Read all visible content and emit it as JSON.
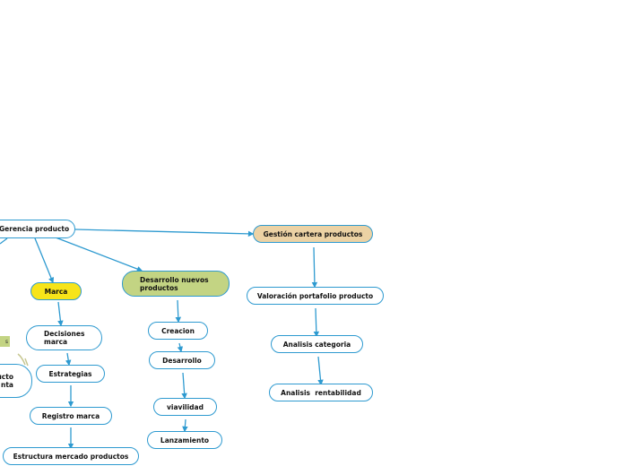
{
  "colors": {
    "link": "#2e9ad0",
    "border": "#2e9ad0",
    "marca": "#f7e419",
    "desarrollo": "#c3d483",
    "gestion": "#ecd2a4",
    "tag": "#c3d483"
  },
  "nodes": {
    "root": "Gerencia producto",
    "gestion": "Gestión cartera productos",
    "marca": "Marca",
    "desarrollo": "Desarrollo nuevos productos",
    "valoracion": "Valoración portafolio producto",
    "analisis_cat": "Analisis categoria",
    "analisis_rent": "Analisis  rentabilidad",
    "creacion": "Creacion",
    "desarrollo_sub": "Desarrollo",
    "viavilidad": "viavilidad",
    "lanzamiento": "Lanzamiento",
    "decisiones": "Decisiones marca",
    "estrategias": "Estrategias",
    "registro": "Registro marca",
    "estructura": "Estructura mercado productos",
    "partial_node": "ucto\nnta",
    "partial_tag": "s"
  }
}
